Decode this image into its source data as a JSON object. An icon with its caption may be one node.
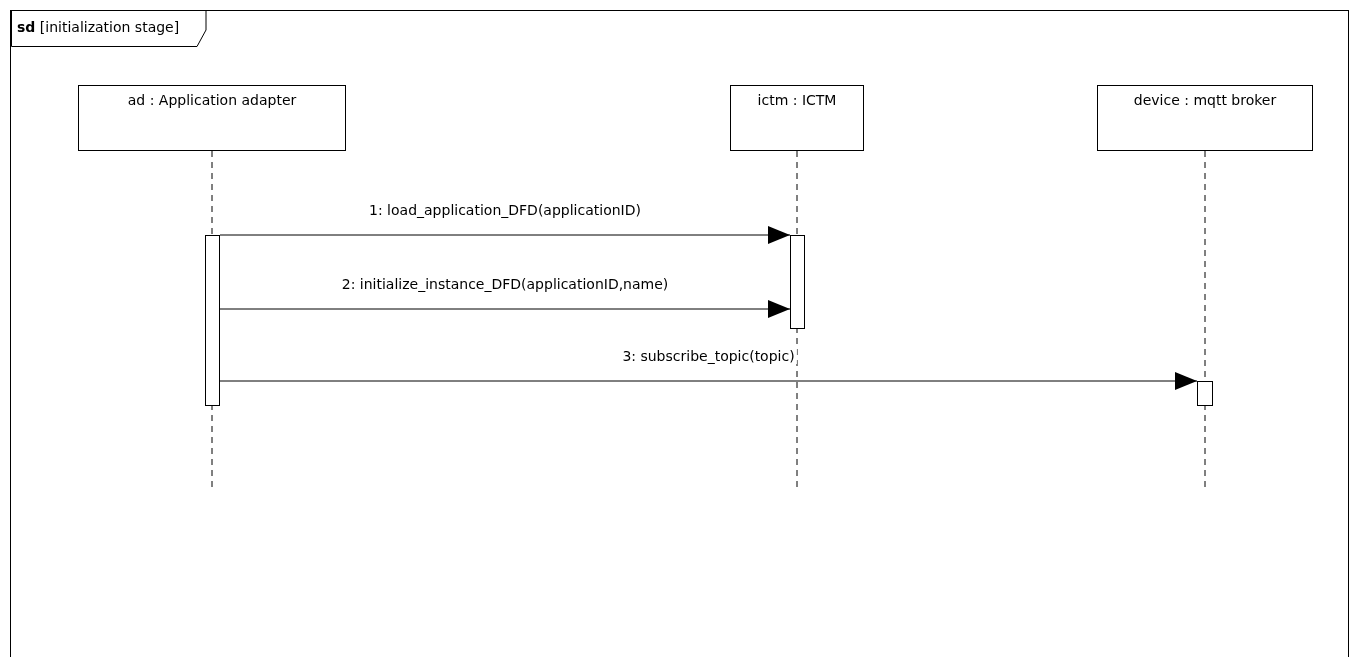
{
  "diagram": {
    "nodes": [
      {
        "text": [
          "**sd** [initialization stage]"
        ]
      },
      {
        "text": [
          "ad : Application adapter"
        ],
        "in": 0
      },
      {
        "text": [
          "ictm : ICTM"
        ],
        "in": 0
      },
      {
        "text": [
          "device : mqtt broker"
        ],
        "in": 0
      },
      {
        "text": [],
        "shape": "bar",
        "in": 0
      },
      {
        "text": [],
        "shape": "bar",
        "in": 0
      },
      {
        "text": [],
        "shape": "bar",
        "in": 0
      }
    ],
    "edges": [
      {
        "from": 4,
        "to": 5,
        "arrow": "to",
        "label": "1: load_application_DFD(applicationID)"
      },
      {
        "from": 4,
        "to": 5,
        "arrow": "to",
        "label": "2: initialize_instance_DFD(applicationID,name)"
      },
      {
        "from": 4,
        "to": 6,
        "arrow": "to",
        "label": "3: subscribe_topic(topic)"
      }
    ]
  }
}
